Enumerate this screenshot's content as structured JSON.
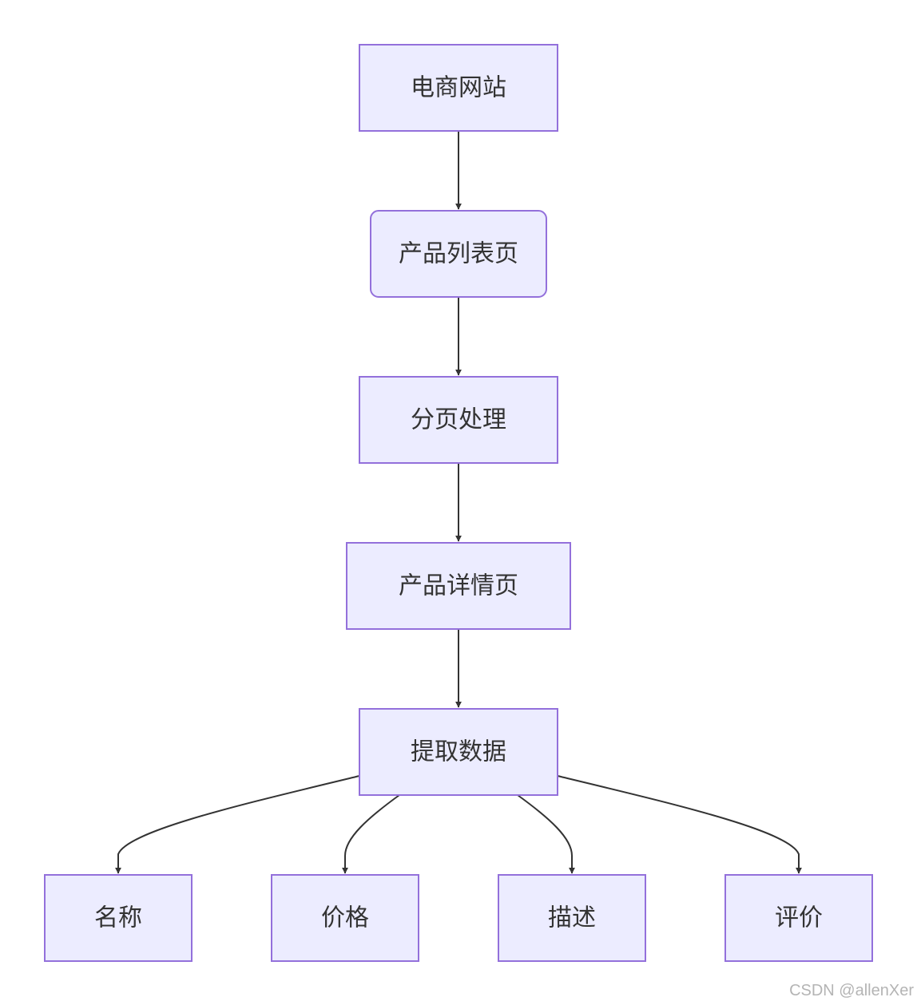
{
  "nodes": {
    "site": "电商网站",
    "list_page": "产品列表页",
    "pagination": "分页处理",
    "detail_page": "产品详情页",
    "extract": "提取数据",
    "name": "名称",
    "price": "价格",
    "description": "描述",
    "review": "评价"
  },
  "edges": [
    [
      "site",
      "list_page"
    ],
    [
      "list_page",
      "pagination"
    ],
    [
      "pagination",
      "detail_page"
    ],
    [
      "detail_page",
      "extract"
    ],
    [
      "extract",
      "name"
    ],
    [
      "extract",
      "price"
    ],
    [
      "extract",
      "description"
    ],
    [
      "extract",
      "review"
    ]
  ],
  "colors": {
    "node_fill": "#ECECFF",
    "node_border": "#9370DB",
    "edge": "#333333",
    "text": "#333333"
  },
  "watermark": "CSDN @allenXer"
}
